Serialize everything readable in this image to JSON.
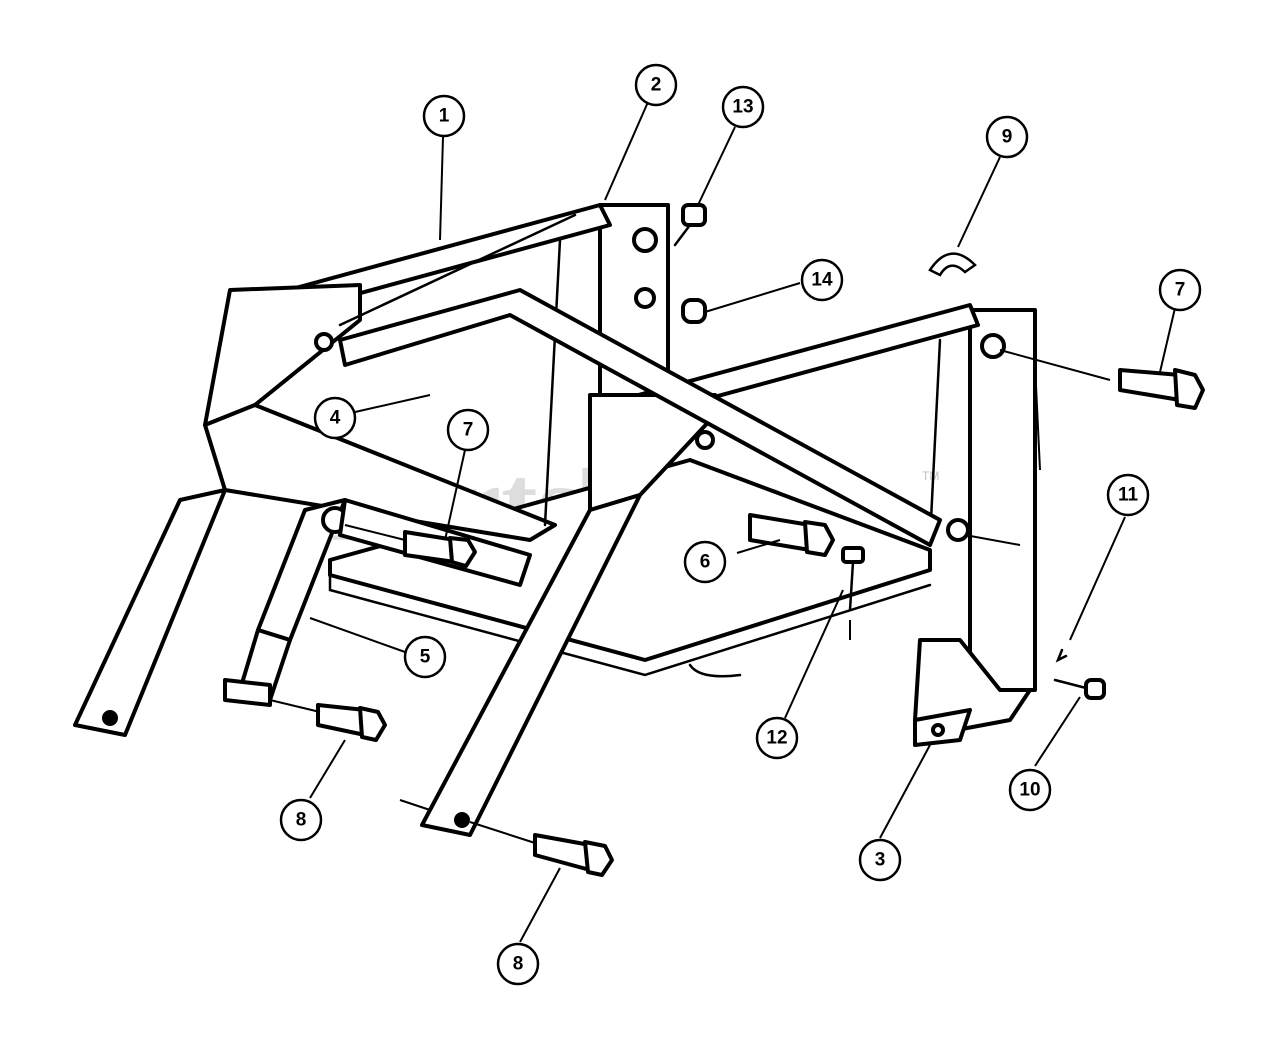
{
  "watermark": {
    "text": "PartsTree",
    "mark": "TM"
  },
  "callouts": [
    {
      "label": "1"
    },
    {
      "label": "2"
    },
    {
      "label": "13"
    },
    {
      "label": "9"
    },
    {
      "label": "14"
    },
    {
      "label": "7"
    },
    {
      "label": "4"
    },
    {
      "label": "7"
    },
    {
      "label": "11"
    },
    {
      "label": "6"
    },
    {
      "label": "5"
    },
    {
      "label": "12"
    },
    {
      "label": "10"
    },
    {
      "label": "8"
    },
    {
      "label": "3"
    },
    {
      "label": "8"
    }
  ]
}
